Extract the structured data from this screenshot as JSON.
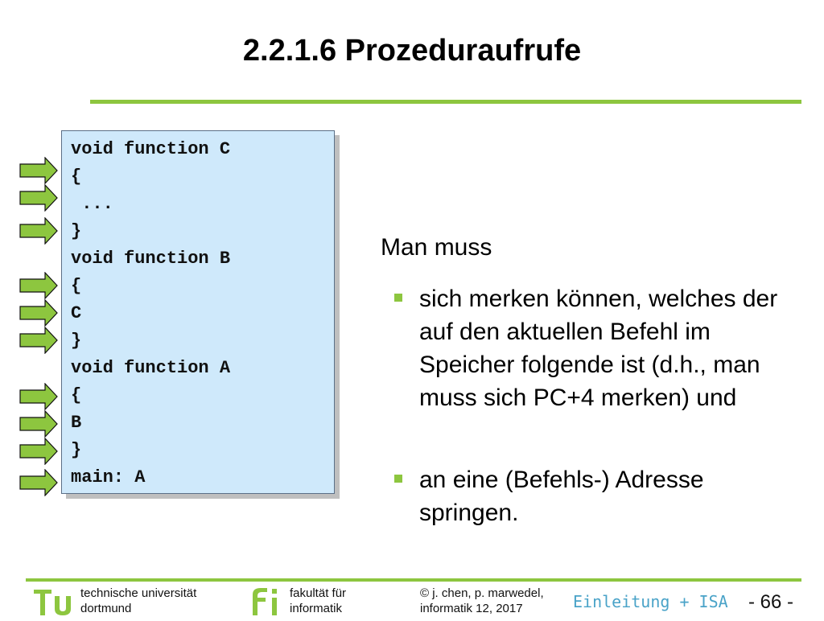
{
  "title": "2.2.1.6 Prozeduraufrufe",
  "code": {
    "lines": [
      "void function C",
      "{",
      " ...",
      "}",
      "void function B",
      "{",
      "C",
      "}",
      "void function A",
      "{",
      "B",
      "}",
      "main: A"
    ]
  },
  "arrows": {
    "color": "#8dc63f",
    "line_indices": [
      1,
      2,
      3,
      5,
      6,
      7,
      9,
      10,
      11,
      12
    ]
  },
  "content": {
    "intro": "Man muss",
    "bullets": [
      "sich merken können, welches der auf den aktuellen Befehl im Speicher folgende ist (d.h., man muss sich PC+4 merken) und",
      "an eine (Befehls-) Adresse springen."
    ]
  },
  "footer": {
    "university_line1": "technische universität",
    "university_line2": "dortmund",
    "faculty_line1": "fakultät für",
    "faculty_line2": "informatik",
    "copyright_line1": "© j. chen, p. marwedel,",
    "copyright_line2": "informatik 12,  2017",
    "section": "Einleitung + ISA",
    "page": "-  66 -"
  },
  "colors": {
    "accent_green": "#8dc63f",
    "code_background": "#cfe9fb",
    "section_blue": "#4aa3c8"
  }
}
